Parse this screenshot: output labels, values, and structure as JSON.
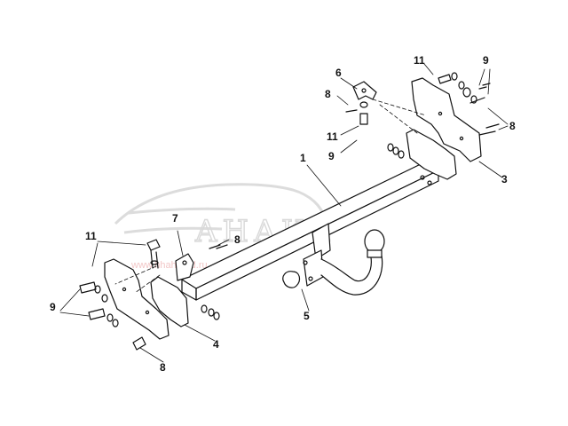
{
  "diagram": {
    "callouts": {
      "part1": "1",
      "part3": "3",
      "part4": "4",
      "part5": "5",
      "part6": "6",
      "part7": "7",
      "part8_top": "8",
      "part8_right": "8",
      "part8_left_upper": "8",
      "part8_bottom": "8",
      "part9_top_right": "9",
      "part9_center": "9",
      "part9_left": "9",
      "part11_top_right": "11",
      "part11_center": "11",
      "part11_left": "11"
    },
    "watermark": {
      "brand": "AHAKA",
      "url": "www.hhahdhrd.ru"
    }
  }
}
